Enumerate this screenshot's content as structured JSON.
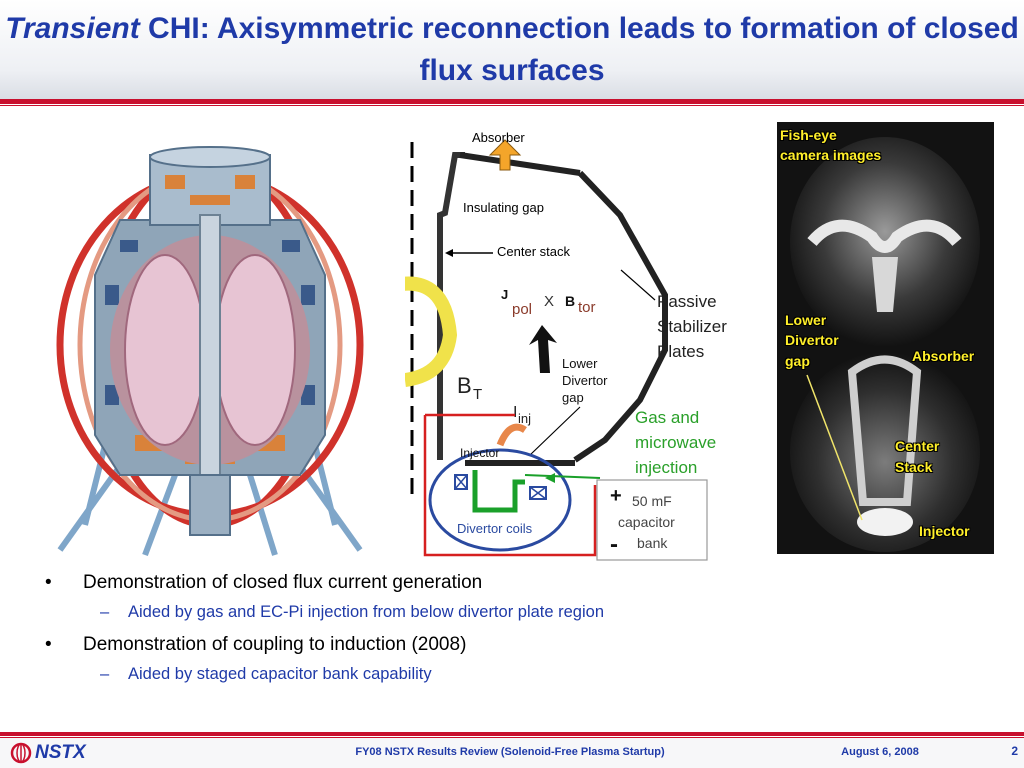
{
  "header": {
    "title_italic": "Transient",
    "title_rest": " CHI: Axisymmetric reconnection leads to formation of closed flux surfaces"
  },
  "diagram": {
    "absorber": "Absorber",
    "insulating_gap": "Insulating gap",
    "center_stack": "Center stack",
    "j": "J",
    "pol": "pol",
    "x": "X",
    "b": "B",
    "tor": "tor",
    "passive_stabilizer": [
      "Passive",
      "Stabilizer",
      "Plates"
    ],
    "lower_divertor_gap": [
      "Lower",
      "Divertor",
      "gap"
    ],
    "bt": "B",
    "bt_sub": "T",
    "iinj": "I",
    "iinj_sub": "inj",
    "injector": "Injector",
    "gas_microwave": [
      "Gas and",
      "microwave",
      "injection"
    ],
    "divertor_coils": "Divertor coils",
    "plus": "+",
    "minus": "-",
    "capacitor": [
      "50 mF",
      "capacitor",
      "bank"
    ]
  },
  "camera": {
    "title_line1": "Fish-eye",
    "title_line2": "camera images",
    "lower_divertor_gap": [
      "Lower",
      "Divertor",
      "gap"
    ],
    "absorber": "Absorber",
    "center_stack": [
      "Center",
      "Stack"
    ],
    "injector": "Injector"
  },
  "bullets": [
    {
      "text": "Demonstration of closed flux current generation",
      "sub": "Aided by gas and EC-Pi injection from below divertor plate region"
    },
    {
      "text": "Demonstration of coupling to induction (2008)",
      "sub": "Aided by staged capacitor bank capability"
    }
  ],
  "bullet_mark": "•",
  "sub_mark": "–",
  "footer": {
    "logo": "NSTX",
    "center": "FY08 NSTX Results Review (Solenoid-Free Plasma Startup)",
    "date": "August 6, 2008",
    "page": "2"
  },
  "colors": {
    "title_blue": "#1f3aa8",
    "rule_red": "#c8102e",
    "sub_blue": "#1f3aa8",
    "gas_green": "#2aa02a",
    "label_yellow": "#ffef2a"
  }
}
